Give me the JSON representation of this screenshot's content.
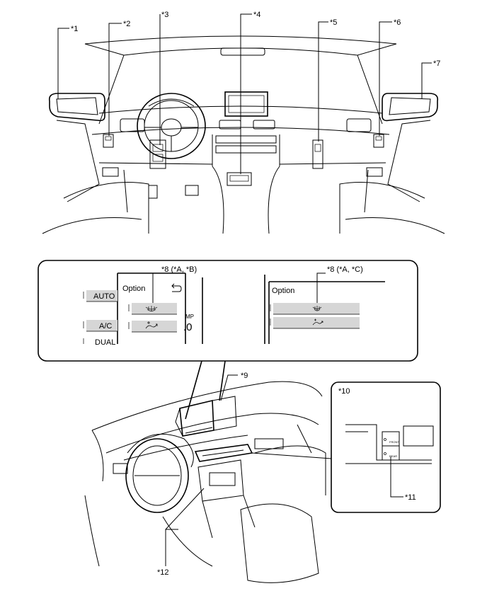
{
  "callouts": {
    "c1": "*1",
    "c2": "*2",
    "c3": "*3",
    "c4": "*4",
    "c5": "*5",
    "c6": "*6",
    "c7": "*7",
    "c8_b": "*8 (*A, *B)",
    "c8_c": "*8 (*A, *C)",
    "c9": "*9",
    "c10": "*10",
    "c11": "*11",
    "c12": "*12"
  },
  "screen_b": {
    "title": "Option",
    "left_buttons": [
      "AUTO",
      "A/C",
      "DUAL"
    ],
    "partial_label": "MP",
    "partial_value": ".0",
    "back_icon": "return-arrow-icon",
    "row_icons": [
      "rear-defogger-icon",
      "air-recirculation-icon"
    ]
  },
  "screen_c": {
    "title": "Option",
    "row_icons": [
      "rear-defogger-icon",
      "air-recirculation-icon"
    ]
  },
  "inset_switch": {
    "front_label": "FRONT",
    "rear_label": "REAR"
  }
}
